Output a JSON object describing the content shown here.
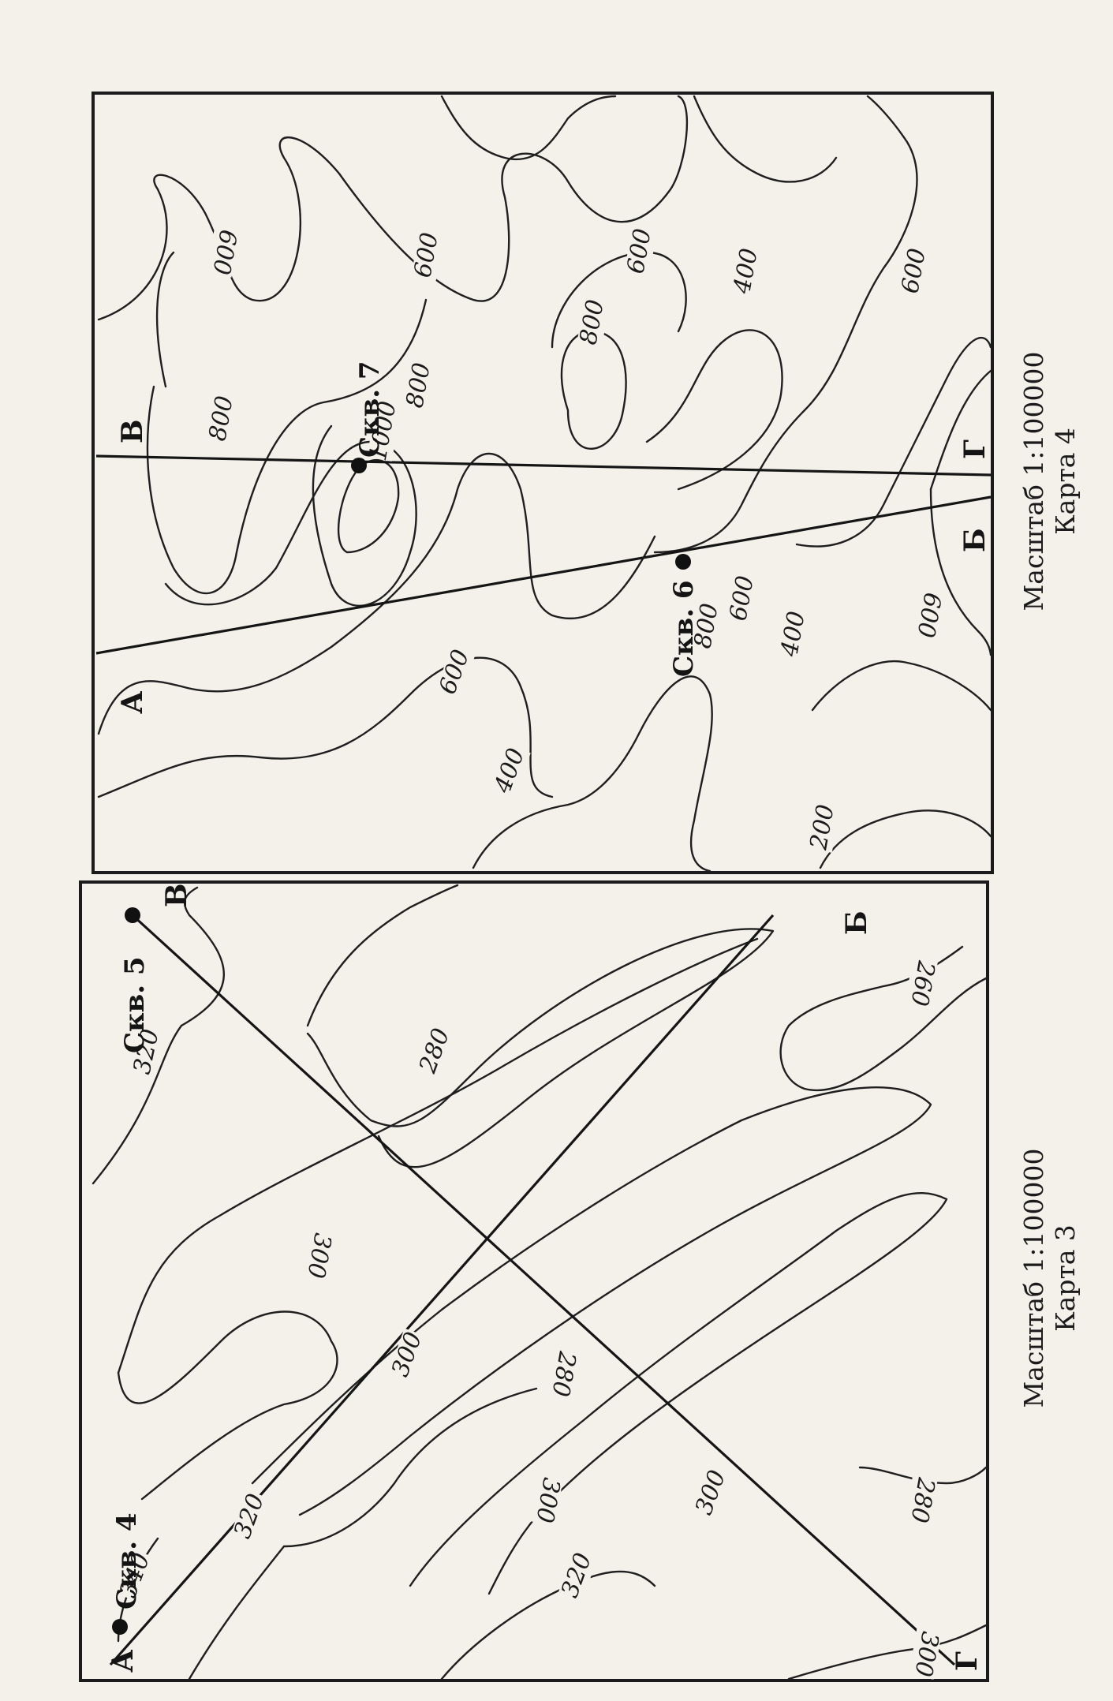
{
  "map3": {
    "caption_scale": "Масштаб 1:100000",
    "caption_name": "Карта 3",
    "profile_labels": {
      "A": "А",
      "B": "Б",
      "V": "В",
      "G": "Г"
    },
    "wells": [
      {
        "name": "Скв. 4"
      },
      {
        "name": "Скв. 5"
      }
    ],
    "isoline_values": [
      "320",
      "280",
      "260",
      "300",
      "300",
      "280",
      "300",
      "300",
      "340",
      "320",
      "320",
      "280",
      "300"
    ]
  },
  "map4": {
    "caption_scale": "Масштаб 1:100000",
    "caption_name": "Карта 4",
    "profile_labels": {
      "A": "А",
      "B": "Б",
      "V": "В",
      "G": "Г"
    },
    "wells": [
      {
        "name": "Скв. 7"
      },
      {
        "name": "Скв. 6"
      }
    ],
    "isoline_values": [
      "600",
      "800",
      "600",
      "1000",
      "800",
      "600",
      "800",
      "600",
      "400",
      "800",
      "600",
      "400",
      "600",
      "400",
      "200",
      "600"
    ]
  }
}
